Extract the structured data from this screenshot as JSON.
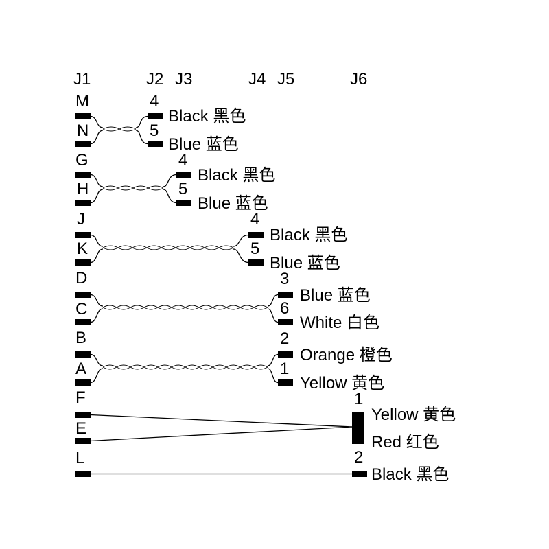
{
  "headers": [
    "J1",
    "J2",
    "J3",
    "J4",
    "J5",
    "J6"
  ],
  "groups": [
    {
      "left_pins": [
        "M",
        "N"
      ],
      "right_pins": [
        "4",
        "5"
      ],
      "labels": [
        "Black 黑色",
        "Blue 蓝色"
      ]
    },
    {
      "left_pins": [
        "G",
        "H"
      ],
      "right_pins": [
        "4",
        "5"
      ],
      "labels": [
        "Black 黑色",
        "Blue 蓝色"
      ]
    },
    {
      "left_pins": [
        "J",
        "K"
      ],
      "right_pins": [
        "4",
        "5"
      ],
      "labels": [
        "Black 黑色",
        "Blue 蓝色"
      ]
    },
    {
      "left_pins": [
        "D",
        "C"
      ],
      "right_pins": [
        "3",
        "6"
      ],
      "labels": [
        "Blue 蓝色",
        "White 白色"
      ]
    },
    {
      "left_pins": [
        "B",
        "A"
      ],
      "right_pins": [
        "2",
        "1"
      ],
      "labels": [
        "Orange 橙色",
        "Yellow 黄色"
      ]
    }
  ],
  "j6_section": {
    "left_pins": [
      "F",
      "E",
      "L"
    ],
    "right_pins": [
      "1",
      "2"
    ],
    "labels": [
      "Yellow 黄色",
      "Red 红色",
      "Black 黑色"
    ]
  }
}
